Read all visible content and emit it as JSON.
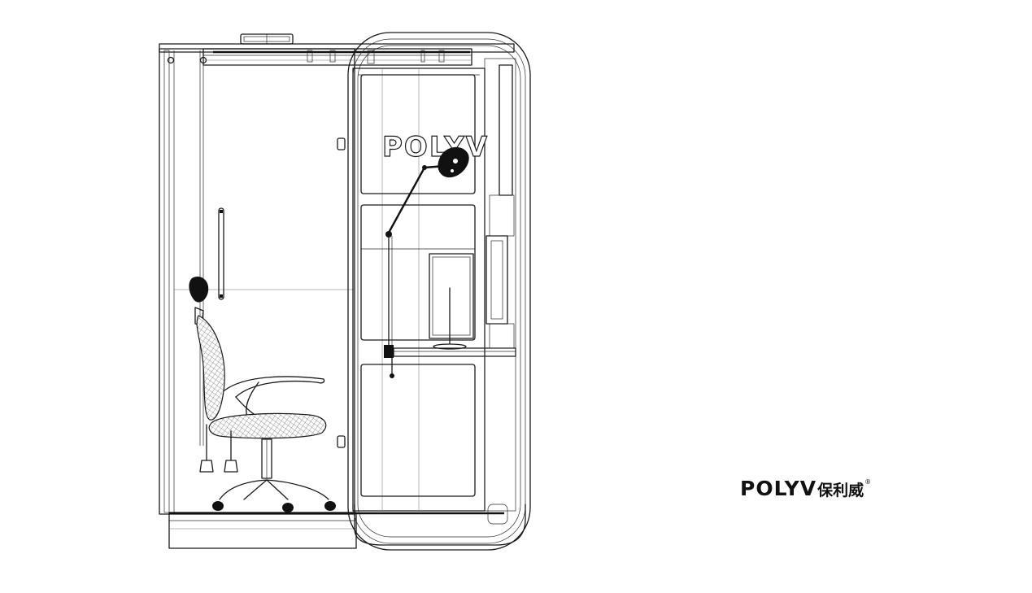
{
  "booth_drawing": {
    "panel_logo_text": "POLYV"
  },
  "brand": {
    "latin": "POLYV",
    "chinese": "保利威",
    "registered_mark": "®"
  },
  "colors": {
    "background": "#ffffff",
    "line": "#1a1a1a"
  }
}
